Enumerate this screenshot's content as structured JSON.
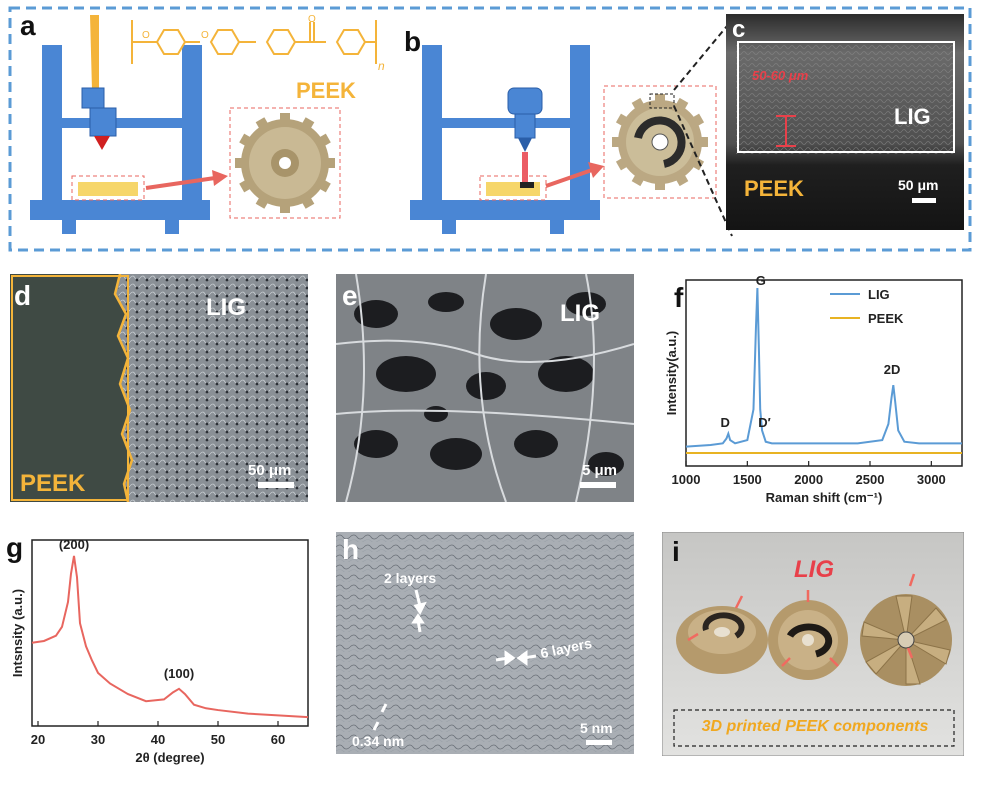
{
  "panels": {
    "a": {
      "label": "a",
      "material": "PEEK",
      "n": "n",
      "carbonyl_o": "O"
    },
    "b": {
      "label": "b"
    },
    "c": {
      "label": "c",
      "thickness": "50-60 μm",
      "lig": "LIG",
      "peek": "PEEK",
      "scale": "50 μm"
    },
    "d": {
      "label": "d",
      "lig": "LIG",
      "peek": "PEEK",
      "scale": "50 μm"
    },
    "e": {
      "label": "e",
      "lig": "LIG",
      "scale": "5 μm"
    },
    "f": {
      "label": "f"
    },
    "g": {
      "label": "g"
    },
    "h": {
      "label": "h",
      "layers2": "2 layers",
      "layers6": "6 layers",
      "spacing": "0.34 nm",
      "scale": "5 nm"
    },
    "i": {
      "label": "i",
      "title": "LIG",
      "caption": "3D printed PEEK components"
    }
  },
  "chart_data": [
    {
      "type": "line",
      "panel": "f",
      "xlabel": "Raman shift (cm⁻¹)",
      "ylabel": "Intensity(a.u.)",
      "xlim": [
        1000,
        3250
      ],
      "xticks": [
        1000,
        1500,
        2000,
        2500,
        3000
      ],
      "legend_position": "top-right",
      "series": [
        {
          "name": "LIG",
          "color": "#5b9bd5",
          "x": [
            1000,
            1200,
            1300,
            1330,
            1345,
            1360,
            1400,
            1500,
            1550,
            1570,
            1582,
            1595,
            1605,
            1620,
            1650,
            1700,
            2000,
            2400,
            2600,
            2650,
            2675,
            2690,
            2705,
            2730,
            2780,
            2900,
            3250
          ],
          "y": [
            0.02,
            0.03,
            0.04,
            0.07,
            0.1,
            0.06,
            0.04,
            0.06,
            0.25,
            0.75,
            1.0,
            0.6,
            0.25,
            0.12,
            0.05,
            0.04,
            0.04,
            0.04,
            0.06,
            0.16,
            0.32,
            0.4,
            0.3,
            0.12,
            0.05,
            0.04,
            0.04
          ]
        },
        {
          "name": "PEEK",
          "color": "#e8b323",
          "x": [
            1000,
            3250
          ],
          "y": [
            -0.02,
            -0.02
          ]
        }
      ],
      "annotations": [
        "D",
        "G",
        "D′",
        "2D"
      ]
    },
    {
      "type": "line",
      "panel": "g",
      "xlabel": "2θ (degree)",
      "ylabel": "Intsnsity (a.u.)",
      "xlim": [
        19,
        65
      ],
      "xticks": [
        20,
        30,
        40,
        50,
        60
      ],
      "series": [
        {
          "color": "#e8665f",
          "x": [
            19,
            21,
            23,
            24,
            25,
            25.5,
            26,
            26.5,
            27,
            28,
            29,
            30,
            32,
            35,
            38,
            41,
            42.5,
            43.5,
            44.5,
            46,
            48,
            50,
            55,
            60,
            65
          ],
          "y": [
            0.47,
            0.48,
            0.51,
            0.56,
            0.7,
            0.86,
            0.96,
            0.84,
            0.58,
            0.45,
            0.37,
            0.3,
            0.24,
            0.18,
            0.14,
            0.15,
            0.19,
            0.21,
            0.18,
            0.12,
            0.1,
            0.09,
            0.07,
            0.06,
            0.05
          ]
        }
      ],
      "annotations": [
        "(200)",
        "(100)"
      ]
    }
  ]
}
